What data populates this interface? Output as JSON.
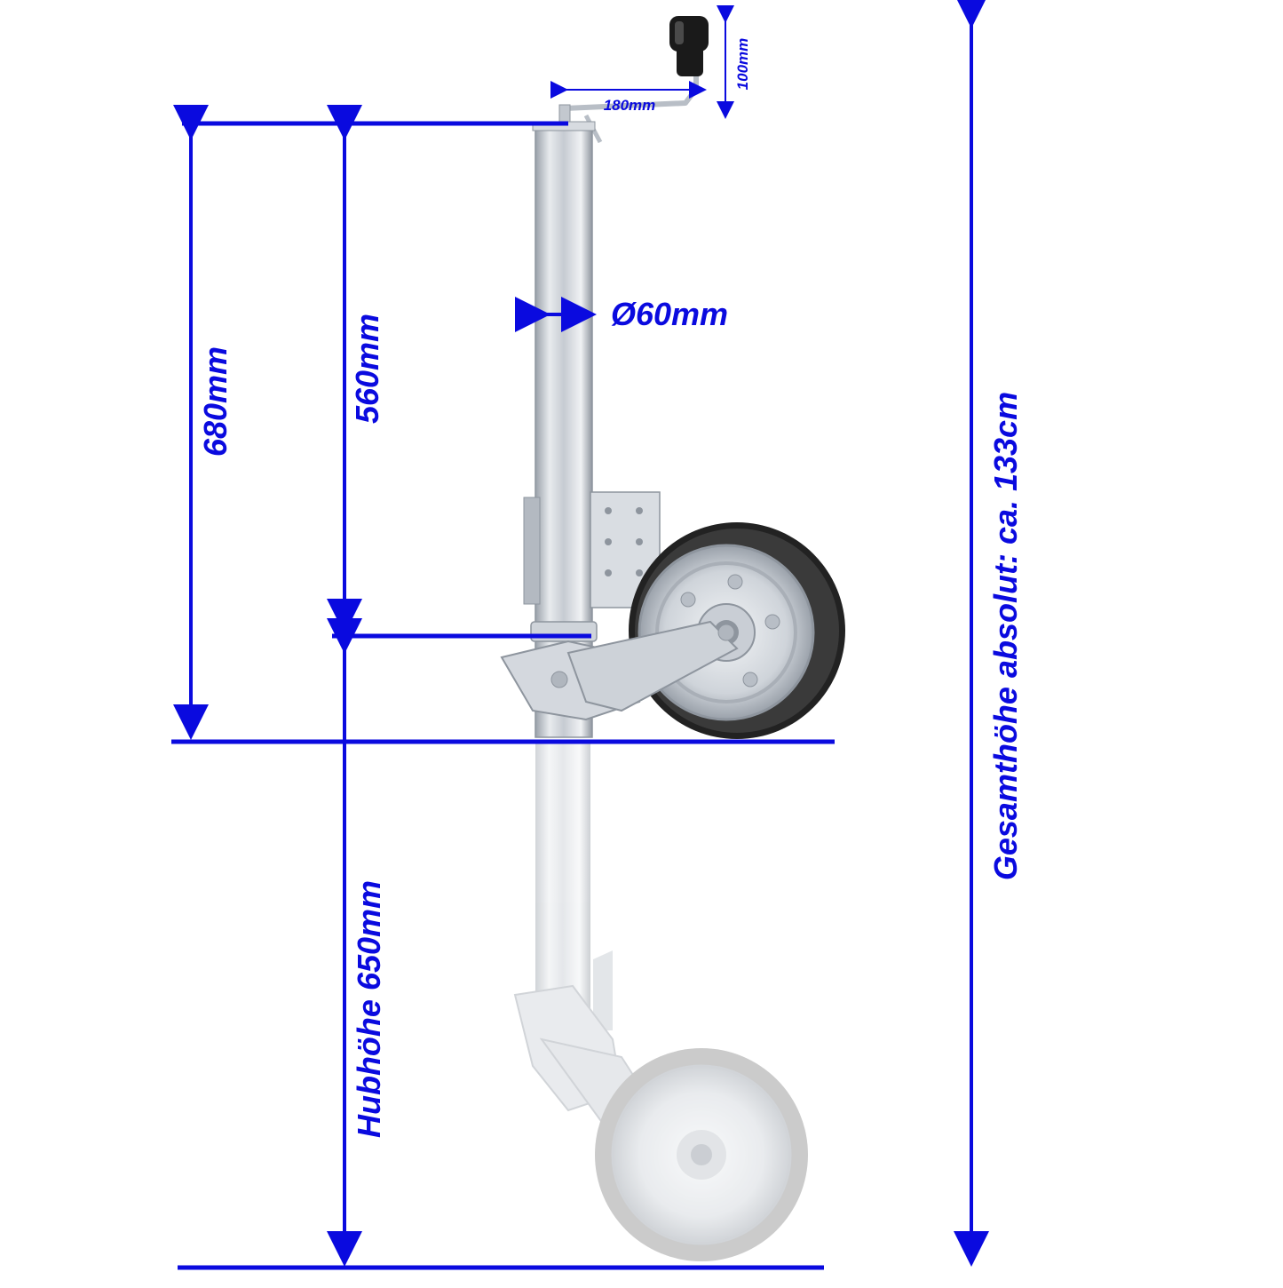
{
  "colors": {
    "dimension_line": "#0a0adf",
    "metal_light": "#e3e6ea",
    "metal_mid": "#c3c8cf",
    "metal_dark": "#8e959e",
    "tire": "#222222",
    "knob": "#1a1a1a"
  },
  "dimensions": {
    "total_height_label": "Gesamthöhe absolut: ca. 133cm",
    "height_680_label": "680mm",
    "height_560_label": "560mm",
    "stroke_label": "Hubhöhe 650mm",
    "tube_diameter_label": "Ø60mm",
    "crank_width_label": "180mm",
    "crank_height_label": "100mm"
  },
  "icons": {
    "product": "jockey-wheel-icon"
  }
}
